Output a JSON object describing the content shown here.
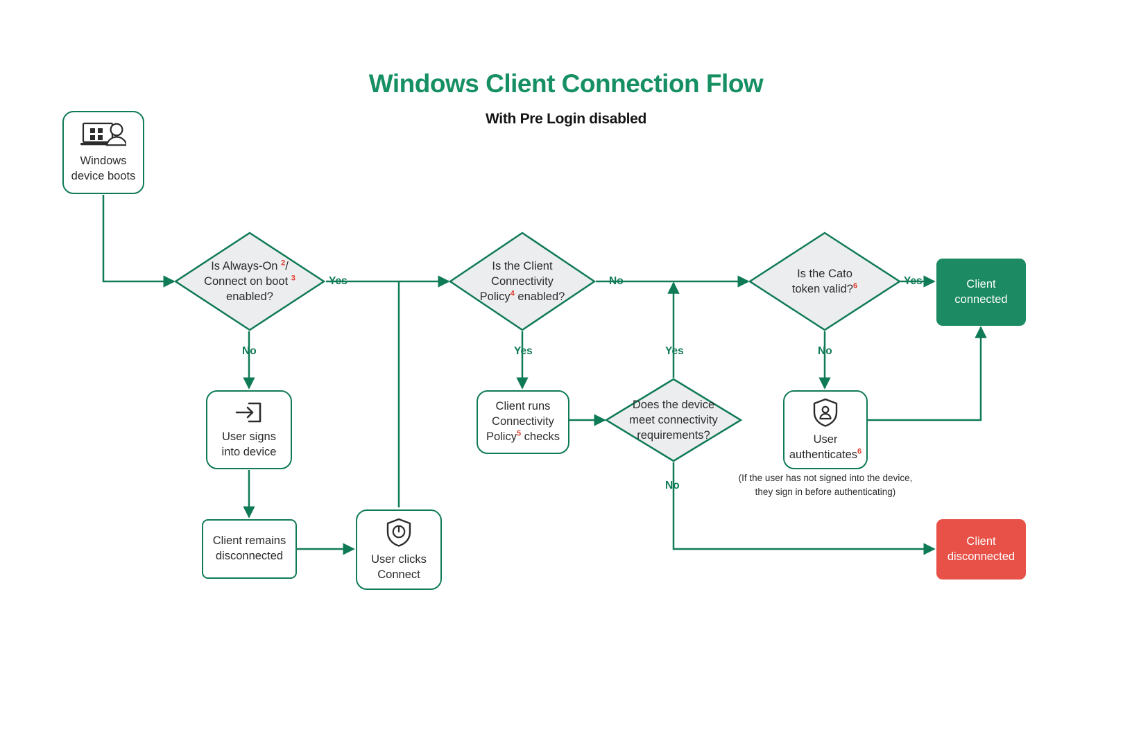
{
  "header": {
    "title": "Windows Client Connection Flow",
    "subtitle": "With Pre Login disabled"
  },
  "colors": {
    "brand_green": "#169063",
    "stroke_green": "#0f7a56",
    "connected_fill": "#1c8a63",
    "disconnected_fill": "#e85148",
    "diamond_fill": "#ecedef",
    "footnote_red": "#e0392b",
    "text": "#2b2b2b"
  },
  "nodes": {
    "start": {
      "id": "windows-device-boots",
      "icon": "laptop-user-icon",
      "line1": "Windows",
      "line2": "device boots"
    },
    "decision_always_on": {
      "id": "is-always-on-connect-on-boot-enabled",
      "line1_a": "Is Always-On ",
      "line1_sup": "2",
      "line1_b": "/",
      "line2_a": "Connect on boot ",
      "line2_sup": "3",
      "line3": "enabled?"
    },
    "user_signs_in": {
      "id": "user-signs-into-device",
      "icon": "sign-in-icon",
      "line1": "User signs",
      "line2": "into device"
    },
    "client_remains_disconnected": {
      "id": "client-remains-disconnected",
      "line1": "Client remains",
      "line2": "disconnected"
    },
    "user_clicks_connect": {
      "id": "user-clicks-connect",
      "icon": "shield-power-icon",
      "line1": "User clicks",
      "line2": "Connect"
    },
    "decision_ccp": {
      "id": "is-client-connectivity-policy-enabled",
      "line1": "Is the Client",
      "line2": "Connectivity",
      "line3_a": "Policy",
      "line3_sup": "4",
      "line3_b": " enabled?"
    },
    "client_runs_checks": {
      "id": "client-runs-connectivity-policy-checks",
      "line1": "Client runs",
      "line2": "Connectivity",
      "line3_a": "Policy",
      "line3_sup": "5",
      "line3_b": " checks"
    },
    "decision_requirements": {
      "id": "does-device-meet-connectivity-requirements",
      "line1": "Does the device",
      "line2": "meet connectivity",
      "line3": "requirements?"
    },
    "decision_token": {
      "id": "is-the-cato-token-valid",
      "line1": "Is the Cato",
      "line2_a": "token valid?",
      "line2_sup": "6"
    },
    "user_authenticates": {
      "id": "user-authenticates",
      "icon": "shield-person-icon",
      "line1": "User",
      "line2_a": "authenticates",
      "line2_sup": "6",
      "note_line1": "(If the user has not signed into the device,",
      "note_line2": "they sign in before authenticating)"
    },
    "client_connected": {
      "id": "client-connected",
      "line1": "Client",
      "line2": "connected"
    },
    "client_disconnected": {
      "id": "client-disconnected",
      "line1": "Client",
      "line2": "disconnected"
    }
  },
  "edge_labels": {
    "always_on_yes": "Yes",
    "always_on_no": "No",
    "ccp_no": "No",
    "ccp_yes": "Yes",
    "requirements_yes": "Yes",
    "requirements_no": "No",
    "token_yes": "Yes",
    "token_no": "No"
  }
}
